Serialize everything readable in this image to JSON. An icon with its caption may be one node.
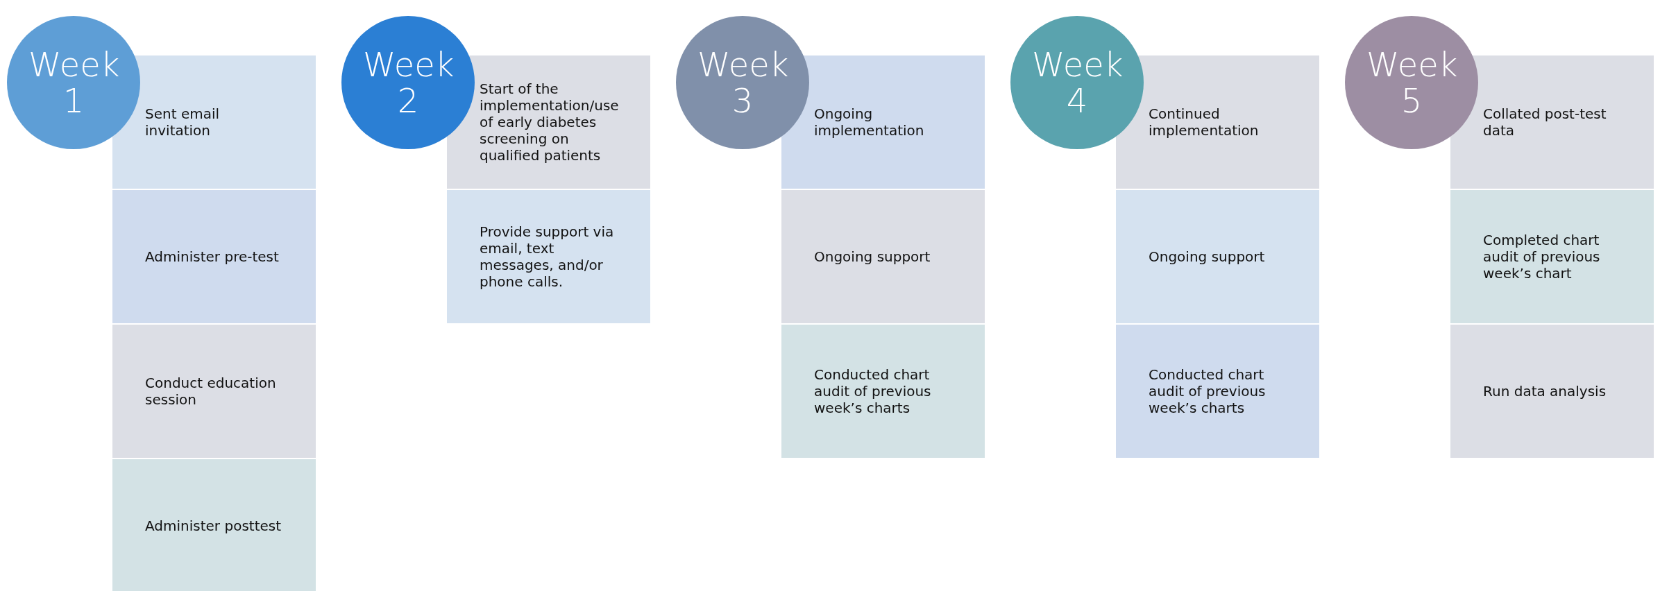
{
  "diagram": {
    "nodes": [
      {
        "text": [
          "Week 1"
        ]
      },
      {
        "text": [
          "Sent email invitation"
        ]
      },
      {
        "text": [
          "Administer pre-test"
        ]
      },
      {
        "text": [
          "Conduct education session"
        ]
      },
      {
        "text": [
          "Administer posttest"
        ]
      },
      {
        "text": [
          "Week 2"
        ]
      },
      {
        "text": [
          "Start of the implementation/use of early diabetes screening on qualified patients"
        ]
      },
      {
        "text": [
          "Provide support via email, text messages, and/or phone calls."
        ]
      },
      {
        "text": [
          "Week 3"
        ]
      },
      {
        "text": [
          "Ongoing implementation"
        ]
      },
      {
        "text": [
          "Ongoing support"
        ]
      },
      {
        "text": [
          "Conducted chart audit of previous week’s charts"
        ]
      },
      {
        "text": [
          "Week 4"
        ]
      },
      {
        "text": [
          "Continued implementation"
        ]
      },
      {
        "text": [
          "Ongoing support"
        ]
      },
      {
        "text": [
          "Conducted chart audit of previous week’s charts"
        ]
      },
      {
        "text": [
          "Week 5"
        ]
      },
      {
        "text": [
          "Collated post-test data"
        ]
      },
      {
        "text": [
          "Completed chart audit of previous week’s chart"
        ]
      },
      {
        "text": [
          "Run data analysis"
        ]
      }
    ]
  }
}
